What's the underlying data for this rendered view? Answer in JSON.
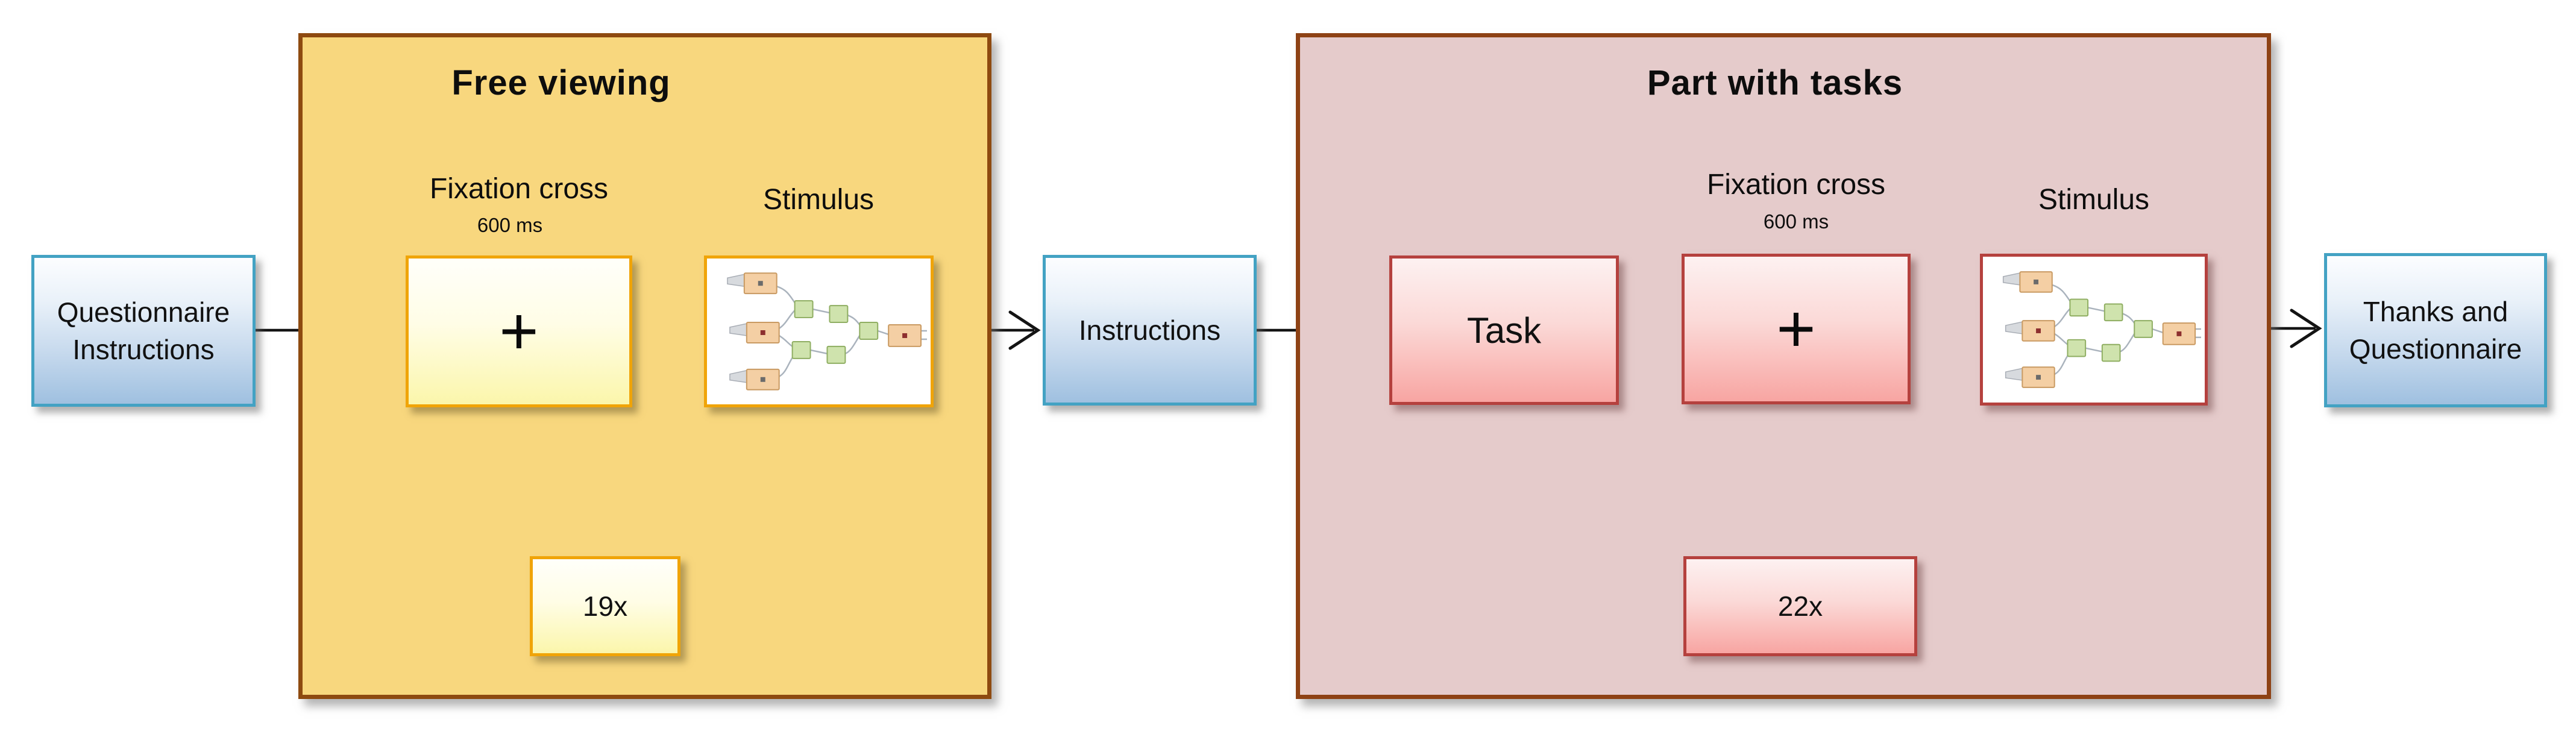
{
  "figure": {
    "start_box": {
      "label": "Questionnaire Instructions"
    },
    "free_viewing": {
      "title": "Free viewing",
      "fixation_label": "Fixation cross",
      "fixation_duration": "600 ms",
      "fixation_symbol": "+",
      "stimulus_label": "Stimulus",
      "repeat_label": "19x"
    },
    "instructions_box": {
      "label": "Instructions"
    },
    "part_with_tasks": {
      "title": "Part with tasks",
      "task_label": "Task",
      "fixation_label": "Fixation cross",
      "fixation_duration": "600 ms",
      "fixation_symbol": "+",
      "stimulus_label": "Stimulus",
      "repeat_label": "22x"
    },
    "end_box": {
      "label": "Thanks and Questionnaire"
    },
    "colors": {
      "free_viewing_panel_fill": "#f8d77e",
      "free_viewing_panel_border": "#8e4a10",
      "tasks_panel_fill": "#e5cbcb",
      "tasks_panel_border": "#8e4215",
      "yellow_box_border": "#f0a408",
      "red_box_border": "#b5413e",
      "blue_box_border": "#43a2c3",
      "connector_color": "#141414"
    }
  }
}
